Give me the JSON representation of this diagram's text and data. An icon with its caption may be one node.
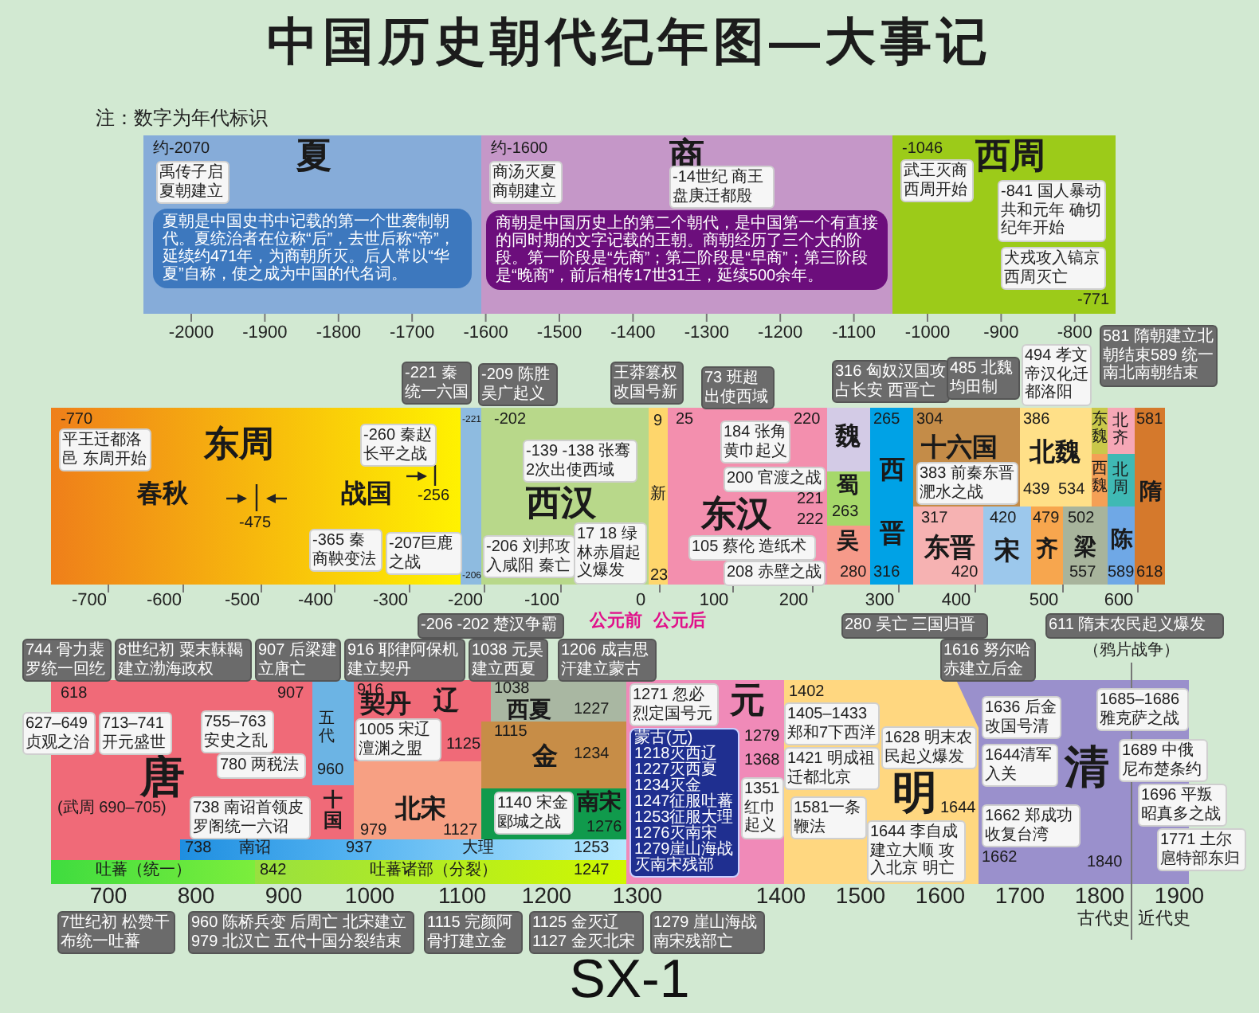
{
  "diagram": {
    "title": "中国历史朝代纪年图—大事记",
    "caption": "SX-1",
    "nodes": [
      {
        "text": [
          "约-2070",
          "夏"
        ]
      },
      {
        "text": [
          "禹传子启夏朝建立"
        ],
        "in": 0
      },
      {
        "text": [
          "夏朝是中国史书中记载的第一个世袭制朝代。夏统治者在位称“后”，去世后称“帝”，延续约471年，为商朝所灭。后人常以“华夏”自称，使之成为中国的代名词。"
        ],
        "in": 0
      },
      {
        "text": [
          "约-1600",
          "商"
        ]
      },
      {
        "text": [
          "商汤灭夏商朝建立"
        ],
        "in": 3
      },
      {
        "text": [
          "-14世纪 商王盘庚迁都殷"
        ],
        "in": 3
      },
      {
        "text": [
          "商朝是中国历史上的第二个朝代，是中国第一个有直接的同时期的文字记载的王朝。商朝经历了三个大的阶段。第一阶段是“先商”；第二阶段是“早商”；第三阶段是“晚商”，前后相传17世31王，延续500余年。"
        ],
        "in": 3
      },
      {
        "text": [
          "-1046",
          "西周",
          "-771"
        ]
      },
      {
        "text": [
          "武王灭商西周开始"
        ],
        "in": 7
      },
      {
        "text": [
          "-841 国人暴动共和元年 确切纪年开始"
        ],
        "in": 7
      },
      {
        "text": [
          "犬戎攻入镐京西周灭亡"
        ],
        "in": 7
      },
      {
        "text": [
          "-221 秦统一六国"
        ]
      },
      {
        "text": [
          "-209 陈胜吴广起义"
        ]
      },
      {
        "text": [
          "王莽篡权改国号新"
        ]
      },
      {
        "text": [
          "73 班超出使西域"
        ]
      },
      {
        "text": [
          "316 匈奴汉国攻占长安 西晋亡"
        ]
      },
      {
        "text": [
          "485 北魏均田制"
        ]
      },
      {
        "text": [
          "581 隋朝建立北朝结束589 统一南北南朝结束"
        ]
      },
      {
        "text": [
          "-770",
          "东周",
          "春秋",
          "战国",
          "-475",
          "-256"
        ]
      },
      {
        "text": [
          "平王迁都洛邑 东周开始"
        ],
        "in": 18
      },
      {
        "text": [
          "-260 秦赵长平之战"
        ],
        "in": 18
      },
      {
        "text": [
          "-365 秦商鞅变法"
        ],
        "in": 18
      },
      {
        "text": [
          "-207巨鹿之战"
        ],
        "in": 18
      },
      {
        "text": [
          "-221",
          "-206"
        ]
      },
      {
        "text": [
          "-202",
          "西汉"
        ]
      },
      {
        "text": [
          "-139 -138 张骞2次出使西域"
        ],
        "in": 24
      },
      {
        "text": [
          "-206 刘邦攻入咸阳 秦亡"
        ],
        "in": 24
      },
      {
        "text": [
          "9",
          "新",
          "23"
        ]
      },
      {
        "text": [
          "17 18 绿林赤眉起义爆发"
        ],
        "in": 24
      },
      {
        "text": [
          "25",
          "220",
          "东汉",
          "221",
          "222"
        ]
      },
      {
        "text": [
          "184 张角黄巾起义"
        ],
        "in": 29
      },
      {
        "text": [
          "200 官渡之战"
        ],
        "in": 29
      },
      {
        "text": [
          "105 蔡伦 造纸术"
        ],
        "in": 29
      },
      {
        "text": [
          "208 赤壁之战"
        ],
        "in": 29
      },
      {
        "text": [
          "魏"
        ]
      },
      {
        "text": [
          "蜀",
          "263"
        ]
      },
      {
        "text": [
          "吴",
          "280"
        ]
      },
      {
        "text": [
          "265",
          "西晋",
          "316"
        ]
      },
      {
        "text": [
          "304",
          "十六国"
        ]
      },
      {
        "text": [
          "383 前秦东晋淝水之战"
        ],
        "in": 38
      },
      {
        "text": [
          "386",
          "北魏",
          "439",
          "534"
        ]
      },
      {
        "text": [
          "494 孝文帝汉化迁都洛阳"
        ]
      },
      {
        "text": [
          "东魏"
        ]
      },
      {
        "text": [
          "西魏"
        ]
      },
      {
        "text": [
          "北齐"
        ]
      },
      {
        "text": [
          "北周"
        ]
      },
      {
        "text": [
          "317",
          "东晋",
          "420"
        ]
      },
      {
        "text": [
          "420",
          "宋"
        ]
      },
      {
        "text": [
          "479",
          "齐"
        ]
      },
      {
        "text": [
          "502",
          "梁",
          "557"
        ]
      },
      {
        "text": [
          "陈",
          "589"
        ]
      },
      {
        "text": [
          "581",
          "隋",
          "618"
        ]
      },
      {
        "text": [
          "-206 -202 楚汉争霸"
        ]
      },
      {
        "text": [
          "280 吴亡 三国归晋"
        ]
      },
      {
        "text": [
          "611 隋末农民起义爆发"
        ]
      },
      {
        "text": [
          "744 骨力裴罗统一回纥"
        ]
      },
      {
        "text": [
          "8世纪初 粟末靺鞨建立渤海政权"
        ]
      },
      {
        "text": [
          "907 后梁建立唐亡"
        ]
      },
      {
        "text": [
          "916 耶律阿保机建立契丹"
        ]
      },
      {
        "text": [
          "1038 元昊建立西夏"
        ]
      },
      {
        "text": [
          "1206 成吉思汗建立蒙古"
        ]
      },
      {
        "text": [
          "1616 努尔哈赤建立后金"
        ]
      },
      {
        "text": [
          "618",
          "907",
          "唐",
          "(武周 690–705)"
        ]
      },
      {
        "text": [
          "627–649贞观之治"
        ]
      },
      {
        "text": [
          "713–741开元盛世"
        ],
        "in": 62
      },
      {
        "text": [
          "755–763安史之乱"
        ],
        "in": 62
      },
      {
        "text": [
          "780 两税法"
        ],
        "in": 62
      },
      {
        "text": [
          "738 南诏首领皮罗阁统一六诏"
        ],
        "in": 62
      },
      {
        "text": [
          "五代",
          "960"
        ]
      },
      {
        "text": [
          "十国"
        ]
      },
      {
        "text": [
          "916",
          "契丹",
          "辽",
          "1125"
        ]
      },
      {
        "text": [
          "1005 宋辽澶渊之盟"
        ],
        "in": 70
      },
      {
        "text": [
          "1038",
          "西夏",
          "1227"
        ]
      },
      {
        "text": [
          "1115",
          "金",
          "1234"
        ]
      },
      {
        "text": [
          "1140 宋金郾城之战"
        ],
        "in": 76
      },
      {
        "text": [
          "北宋",
          "979",
          "1127"
        ]
      },
      {
        "text": [
          "南宋",
          "1276"
        ]
      },
      {
        "text": [
          "元",
          "1279",
          "1368"
        ]
      },
      {
        "text": [
          "1271 忽必烈定国号元"
        ],
        "in": 77
      },
      {
        "text": [
          "蒙古(元)",
          "1218灭西辽",
          "1227灭西夏",
          "1234灭金",
          "1247征服吐蕃",
          "1253征服大理",
          "1276灭南宋",
          "1279崖山海战",
          "灭南宋残部"
        ],
        "in": 77
      },
      {
        "text": [
          "1351红巾起义"
        ],
        "in": 77
      },
      {
        "text": [
          "1402",
          "明",
          "1644"
        ]
      },
      {
        "text": [
          "1405–1433郑和7下西洋"
        ],
        "in": 81
      },
      {
        "text": [
          "1628 明末农民起义爆发"
        ],
        "in": 81
      },
      {
        "text": [
          "1421 明成祖迁都北京"
        ],
        "in": 81
      },
      {
        "text": [
          "1581一条鞭法"
        ],
        "in": 81
      },
      {
        "text": [
          "1644 李自成建立大顺 攻入北京 明亡"
        ],
        "in": 81
      },
      {
        "text": [
          "清",
          "1662",
          "1840"
        ]
      },
      {
        "text": [
          "1636 后金改国号清"
        ],
        "in": 87
      },
      {
        "text": [
          "1644清军入关"
        ],
        "in": 87
      },
      {
        "text": [
          "1662 郑成功收复台湾"
        ],
        "in": 87
      },
      {
        "text": [
          "1685–1686雅克萨之战"
        ],
        "in": 87
      },
      {
        "text": [
          "1689 中俄尼布楚条约"
        ]
      },
      {
        "text": [
          "1696 平叛昭真多之战"
        ]
      },
      {
        "text": [
          "1771 土尔扈特部东归"
        ]
      },
      {
        "text": [
          "738",
          "南诏"
        ]
      },
      {
        "text": [
          "937",
          "大理",
          "1253"
        ]
      },
      {
        "text": [
          "吐蕃（统一）"
        ]
      },
      {
        "text": [
          "842",
          "吐蕃诸部（分裂）",
          "1247"
        ]
      },
      {
        "text": [
          "7世纪初 松赞干布统一吐蕃"
        ]
      },
      {
        "text": [
          "960 陈桥兵变 后周亡 北宋建立979 北汉亡 五代十国分裂结束"
        ]
      },
      {
        "text": [
          "1115 完颜阿骨打建立金"
        ]
      },
      {
        "text": [
          "1125 金灭辽1127 金灭北宋"
        ]
      },
      {
        "text": [
          "1279 崖山海战南宋残部亡"
        ]
      }
    ],
    "labels": [
      "注：数字为年代标识",
      "-2000",
      "-1900",
      "-1800",
      "-1700",
      "-1600",
      "-1500",
      "-1400",
      "-1300",
      "-1200",
      "-1100",
      "-1000",
      "-900",
      "-800",
      "-700",
      "-600",
      "-500",
      "-400",
      "-300",
      "-200",
      "-100",
      "0",
      "100",
      "200",
      "300",
      "400",
      "500",
      "600",
      "公元前",
      "公元后",
      "（鸦片战争）",
      "700",
      "800",
      "900",
      "1000",
      "1100",
      "1200",
      "1300",
      "1400",
      "1500",
      "1600",
      "1700",
      "1800",
      "1900",
      "古代史",
      "近代史"
    ]
  }
}
